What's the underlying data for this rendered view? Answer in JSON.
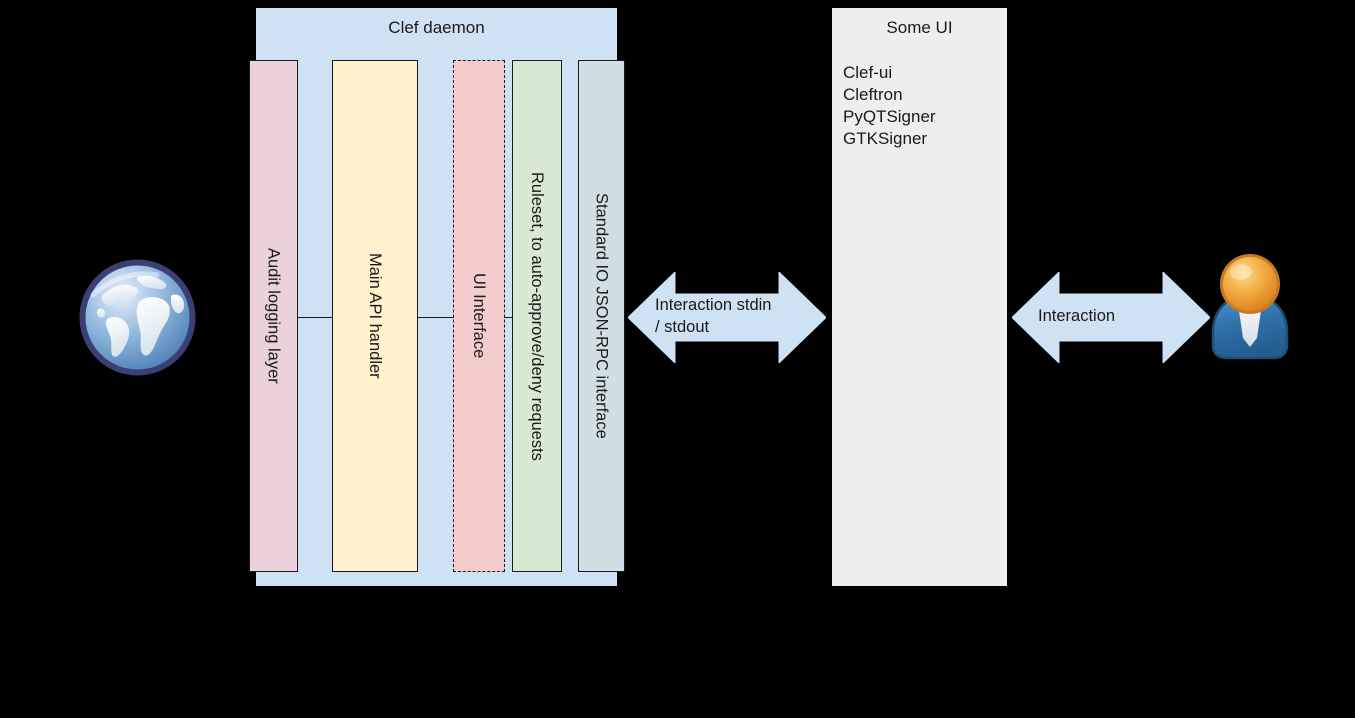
{
  "diagram": {
    "background_color": "#000000",
    "clef": {
      "title": "Clef daemon",
      "container_color": "#cfe2f3",
      "columns": [
        {
          "label": "Audit logging layer",
          "color": "#ead1dc",
          "border": "solid"
        },
        {
          "label": "Main API handler",
          "color": "#fff2cc",
          "border": "solid"
        },
        {
          "label": "UI Interface",
          "color": "#f4cccc",
          "border": "dashed"
        },
        {
          "label": "Ruleset, to auto-approve/deny requests",
          "color": "#d9ead3",
          "border": "solid"
        },
        {
          "label": "Standard IO JSON-RPC interface",
          "color": "#d0dfe3",
          "border": "solid"
        }
      ]
    },
    "some_ui": {
      "title": "Some UI",
      "panel_color": "#eeeeee",
      "items": [
        "Clef-ui",
        "Cleftron",
        "PyQTSigner",
        "GTKSigner"
      ]
    },
    "arrows": [
      {
        "name": "stdio-arrow",
        "label": "Interaction stdin\n/ stdout",
        "color": "#cfe2f3"
      },
      {
        "name": "interaction-arrow",
        "label": "Interaction",
        "color": "#cfe2f3"
      }
    ],
    "icons": [
      {
        "name": "globe-icon",
        "meaning": "internet / external world"
      },
      {
        "name": "user-icon",
        "meaning": "human user"
      }
    ]
  }
}
